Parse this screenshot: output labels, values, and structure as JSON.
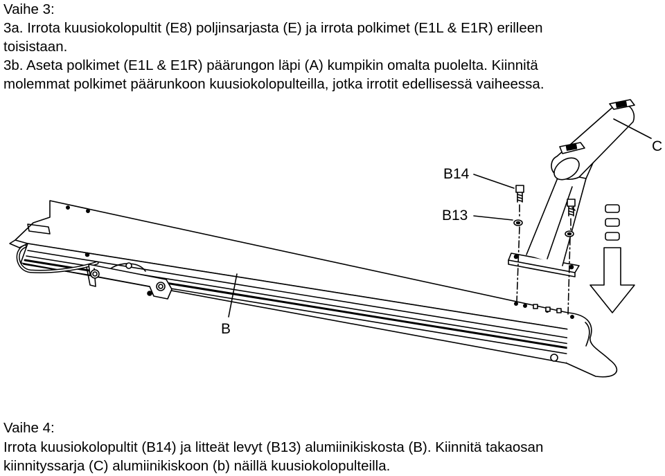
{
  "step3": {
    "heading": "Vaihe 3:",
    "line_3a_1": "3a. Irrota kuusiokolopultit (E8) poljinsarjasta (E) ja irrota polkimet (E1L & E1R) erilleen",
    "line_3a_2": "toisistaan.",
    "line_3b_1": "3b. Aseta polkimet (E1L & E1R) päärungon läpi (A) kumpikin omalta puolelta. Kiinnitä",
    "line_3b_2": "molemmat polkimet päärunkoon kuusiokolopulteilla, jotka irrotit edellisessä vaiheessa."
  },
  "figure": {
    "label_b14": "B14",
    "label_b13": "B13",
    "label_b": "B",
    "label_c": "C"
  },
  "step4": {
    "heading": "Vaihe 4:",
    "line_1": "Irrota kuusiokolopultit (B14) ja litteät levyt (B13) alumiinikiskosta (B). Kiinnitä takaosan",
    "line_2": "kiinnityssarja (C) alumiinikiskoon (b) näillä kuusiokolopulteilla."
  }
}
